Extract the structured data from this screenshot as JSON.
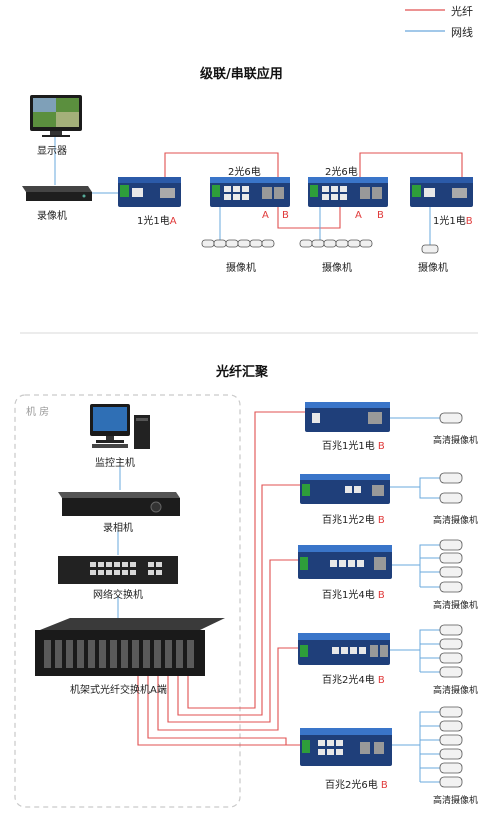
{
  "legend": {
    "fiber_label": "光纤",
    "cable_label": "网线",
    "fiber_color": "#e05050",
    "cable_color": "#6aa8dc"
  },
  "section1": {
    "title": "级联/串联应用",
    "monitor_label": "显示器",
    "recorder_label": "录像机",
    "node_left": {
      "label": "1光1电",
      "suffix": "A"
    },
    "node_mid1": {
      "top": "2光6电",
      "port_a": "A",
      "port_b": "B"
    },
    "node_mid2": {
      "top": "2光6电",
      "port_a": "A",
      "port_b": "B"
    },
    "node_right": {
      "label": "1光1电",
      "suffix": "B"
    },
    "camera_label1": "摄像机",
    "camera_label2": "摄像机",
    "camera_label3": "摄像机"
  },
  "section2": {
    "title": "光纤汇聚",
    "room_label": "机 房",
    "monitor_host": "监控主机",
    "recorder": "录相机",
    "switch": "网络交换机",
    "rack": "机架式光纤交换机A端",
    "devices": [
      {
        "label": "百兆1光1电",
        "suffix": "B",
        "camera": "高清摄像机"
      },
      {
        "label": "百兆1光2电",
        "suffix": "B",
        "camera": "高清摄像机"
      },
      {
        "label": "百兆1光4电",
        "suffix": "B",
        "camera": "高清摄像机"
      },
      {
        "label": "百兆2光4电",
        "suffix": "B",
        "camera": "高清摄像机"
      },
      {
        "label": "百兆2光6电",
        "suffix": "B",
        "camera": "高清摄像机"
      }
    ]
  }
}
